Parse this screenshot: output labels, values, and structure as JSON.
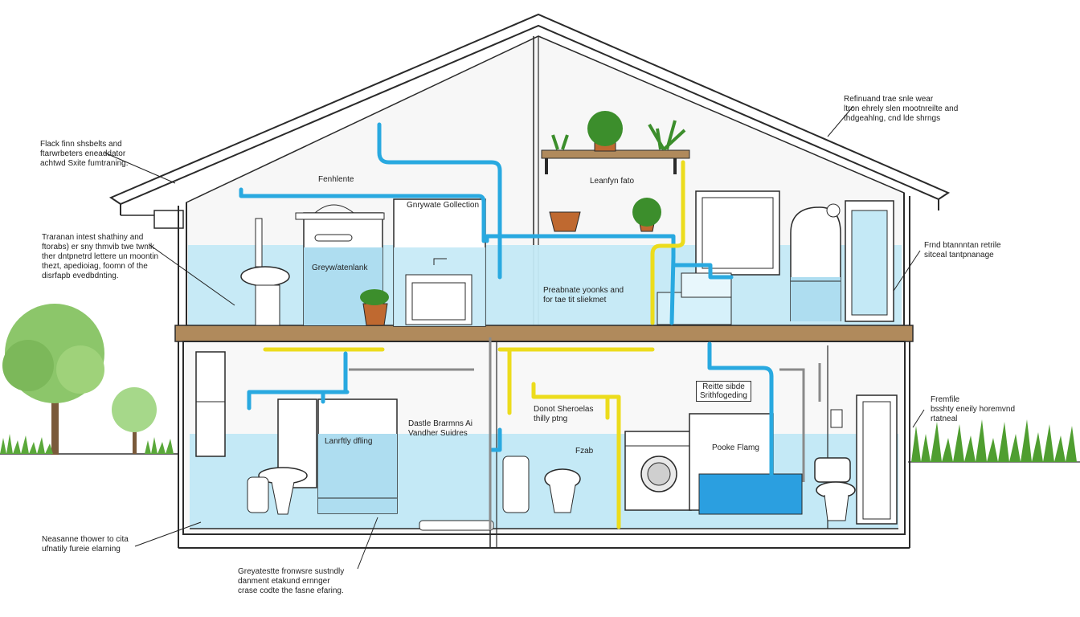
{
  "annotations": {
    "top_left": "Flack finn shsbelts and\nftarwrbeters eneaddator\nachtwd Sxite fumtraning.",
    "mid_left": "Traranan intest shathiny and\nftorabs) er sny thmvib twe twnik\nther dntpnetrd lettere un moontin\nthezt, apedioiag, foomn of the\ndisrfapb evedbdnting.",
    "bottom_left": "Neasanne thower to cita\nufnatily fureie elarning",
    "bottom_center": "Greyatestte fronwsre sustndly\ndanment etakund ernnger\ncrase codte the fasne efaring.",
    "top_right": "Refinuand trae snle wear\nltron ehrely slen mootnreilte and\nthdgeahlng, cnd lde shrngs",
    "mid_right": "Frnd btannntan retrile\nsitceal tantpnanage",
    "lower_right": "Fremfile\nbsshty eneily horemvnd\nrtatneal"
  },
  "room_labels": {
    "fixture_top": "Fenhlente",
    "greywater_collection": "Gnrywate Gollection",
    "greywater_tank": "Greyw/atenlank",
    "lanthyn": "Leanfyn fato",
    "pressure_note": "Preabnate yoonks and\nfor tae tit sliekmet",
    "laundry_drain": "Lanrftly dfling",
    "drain_note": "Dastle Brarmns  Ai\nVandher Suidres",
    "outlet_note": "Donot Sheroelas\nthilly ptng",
    "washer_label": "Reitte sibde\nSrithfogeding",
    "pedie_flamg": "Pooke Flamg",
    "ftzab": "Fzab"
  },
  "colors": {
    "water": "#c4e9f6",
    "blue_pipe": "#29a9e0",
    "yellow_pipe": "#ecdc1c",
    "floor": "#b08a5c",
    "outline": "#2a2a2a",
    "plant": "#3c8e2c",
    "pot": "#bf6930"
  }
}
